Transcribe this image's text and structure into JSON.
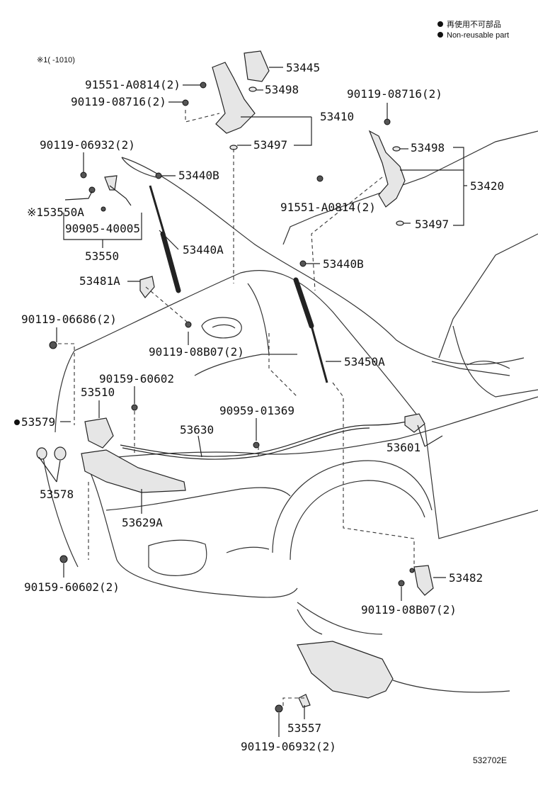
{
  "legend": {
    "item1": "再使用不可部品",
    "item2": "Non-reusable part",
    "bullet_icon": "filled-circle"
  },
  "note": "※1(      -1010)",
  "catalog_id": "532702E",
  "labels": {
    "p53445": "53445",
    "p91551_top": "91551-A0814(2)",
    "p53498_left": "53498",
    "p90119_08716_left": "90119-08716(2)",
    "p53410": "53410",
    "p53497_left": "53497",
    "p90119_08716_right": "90119-08716(2)",
    "p90119_06932_top": "90119-06932(2)",
    "p53498_right": "53498",
    "p53440B_top": "53440B",
    "p53420": "53420",
    "p53550A": "※153550A",
    "p91551_right": "91551-A0814(2)",
    "p90905": "90905-40005",
    "p53497_right": "53497",
    "p53550": "53550",
    "p53440A": "53440A",
    "p53440B_mid": "53440B",
    "p53481A": "53481A",
    "p90119_06686": "90119-06686(2)",
    "p90119_08B07_mid": "90119-08B07(2)",
    "p53450A": "53450A",
    "p90159_60602_top": "90159-60602",
    "p53510": "53510",
    "p90959": "90959-01369",
    "p53579": "53579",
    "p53630": "53630",
    "p53601": "53601",
    "p53578": "53578",
    "p53629A": "53629A",
    "p90159_60602_bottom": "90159-60602(2)",
    "p53482": "53482",
    "p90119_08B07_right": "90119-08B07(2)",
    "p53557": "53557",
    "p90119_06932_bottom": "90119-06932(2)"
  }
}
